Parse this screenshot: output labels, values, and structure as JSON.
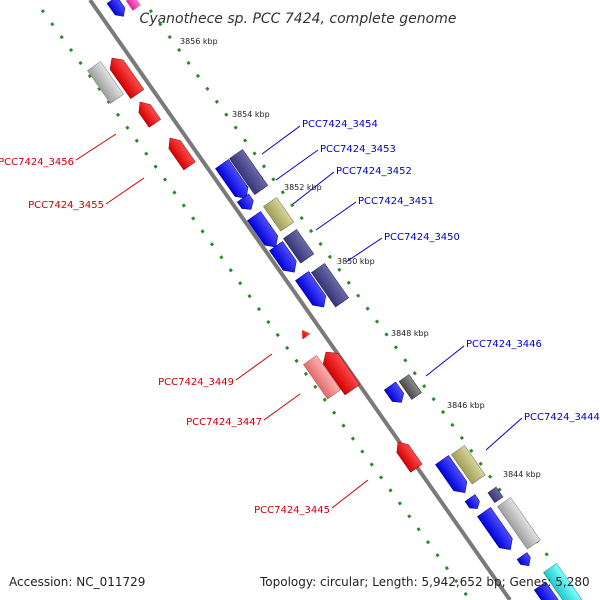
{
  "title": "Cyanothece sp. PCC 7424, complete genome",
  "ticks": [
    "3856 kbp",
    "3854 kbp",
    "3852 kbp",
    "3850 kbp",
    "3848 kbp",
    "3846 kbp",
    "3844 kbp"
  ],
  "labels_forward": [
    "PCC7424_3454",
    "PCC7424_3453",
    "PCC7424_3452",
    "PCC7424_3451",
    "PCC7424_3450",
    "PCC7424_3446",
    "PCC7424_3444"
  ],
  "labels_reverse": [
    "PCC7424_3456",
    "PCC7424_3455",
    "PCC7424_3449",
    "PCC7424_3447",
    "PCC7424_3445"
  ],
  "accession": "Accession: NC_011729",
  "topology": "Topology: circular; Length: 5,942,652 bp; Genes: 5,280",
  "colors": {
    "forward_label": "#0000cc",
    "reverse_label": "#cc0000",
    "tick_dots": "#2a8a2a",
    "backbone": "#888888"
  }
}
